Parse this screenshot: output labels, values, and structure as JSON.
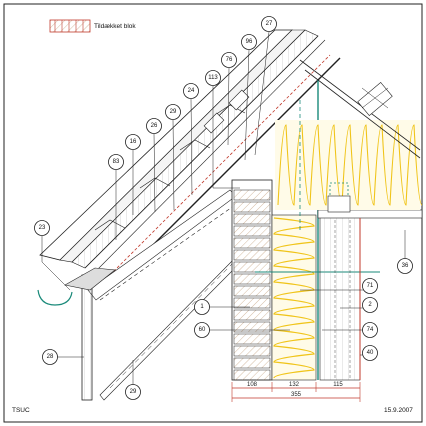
{
  "legend": {
    "text": "Tildækket blok"
  },
  "footer": {
    "left": "TSUC",
    "right": "15.9.2007"
  },
  "dimensions": {
    "d1": "108",
    "d2": "132",
    "d3": "115",
    "total": "355"
  },
  "callouts": [
    "27",
    "96",
    "76",
    "113",
    "24",
    "29",
    "26",
    "16",
    "83",
    "23",
    "36",
    "71",
    "2",
    "1",
    "60",
    "74",
    "40",
    "28",
    "29"
  ],
  "colors": {
    "red": "#c0392b",
    "insulation": "#f0c419",
    "steel": "#1a8a7a",
    "hatch": "#c9a98a"
  }
}
